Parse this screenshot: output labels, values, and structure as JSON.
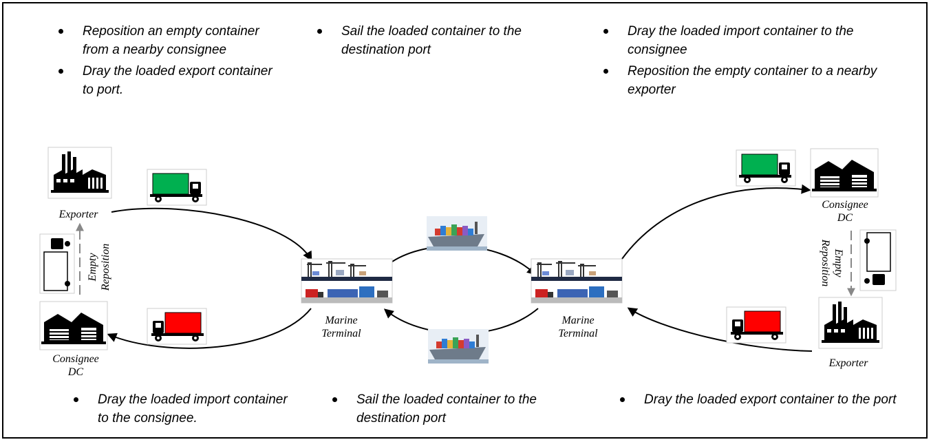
{
  "top_left": {
    "bullets": [
      "Reposition an empty container from a nearby consignee",
      "Dray the loaded export container to port."
    ]
  },
  "top_center": {
    "bullets": [
      "Sail the loaded container to the destination port"
    ]
  },
  "top_right": {
    "bullets": [
      "Dray the loaded import container to the consignee",
      "Reposition the empty container to a nearby exporter"
    ]
  },
  "bottom_left": {
    "bullets": [
      "Dray the loaded import container to the consignee."
    ]
  },
  "bottom_center": {
    "bullets": [
      "Sail the loaded container to the destination port"
    ]
  },
  "bottom_right": {
    "bullets": [
      "Dray the loaded export container to the port"
    ]
  },
  "labels": {
    "exporter_left": "Exporter",
    "consignee_left_1": "Consignee",
    "consignee_left_2": "DC",
    "terminal_left_1": "Marine",
    "terminal_left_2": "Terminal",
    "terminal_right_1": "Marine",
    "terminal_right_2": "Terminal",
    "consignee_right_1": "Consignee",
    "consignee_right_2": "DC",
    "exporter_right": "Exporter",
    "empty_left_1": "Empty",
    "empty_left_2": "Reposition",
    "empty_right_1": "Empty",
    "empty_right_2": "Reposition"
  },
  "colors": {
    "loaded_export_truck": "#00b050",
    "loaded_import_truck": "#ff0000",
    "empty_truck": "#ffffff"
  },
  "icons": [
    "factory-icon",
    "warehouse-icon",
    "truck-icon",
    "ship-icon",
    "terminal-icon"
  ]
}
